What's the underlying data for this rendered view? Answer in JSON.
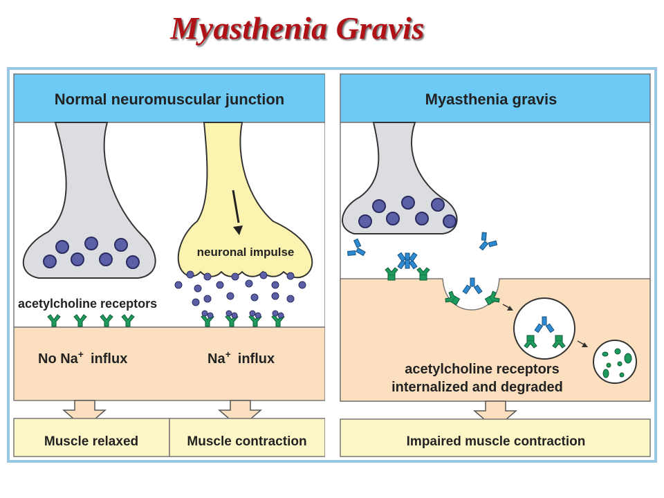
{
  "title": "Myasthenia Gravis",
  "panels": {
    "normal": {
      "header": "Normal neuromuscular junction",
      "impulse_label": "neuronal impulse",
      "receptor_label": "acetylcholine receptors",
      "influx_left": {
        "prefix": "No Na",
        "sup": "+",
        "suffix": "influx"
      },
      "influx_right": {
        "prefix": "Na",
        "sup": "+",
        "suffix": "influx"
      },
      "outcome_left": "Muscle relaxed",
      "outcome_right": "Muscle contraction"
    },
    "mg": {
      "header": "Myasthenia gravis",
      "caption_line1": "acetylcholine receptors",
      "caption_line2": "internalized and degraded",
      "outcome": "Impaired muscle contraction"
    }
  },
  "colors": {
    "title": "#b01117",
    "header_bg": "#6ccaf5",
    "muscle": "#fbdfbf",
    "outcome_bg": "#fdf7c8",
    "neuron_grey": "#dcdde1",
    "neuron_yellow": "#fcf3b0",
    "vesicle": "#5b5fa6",
    "receptor": "#1e9a5c",
    "antibody": "#2d8ad1",
    "frame": "#7bb4d8"
  }
}
